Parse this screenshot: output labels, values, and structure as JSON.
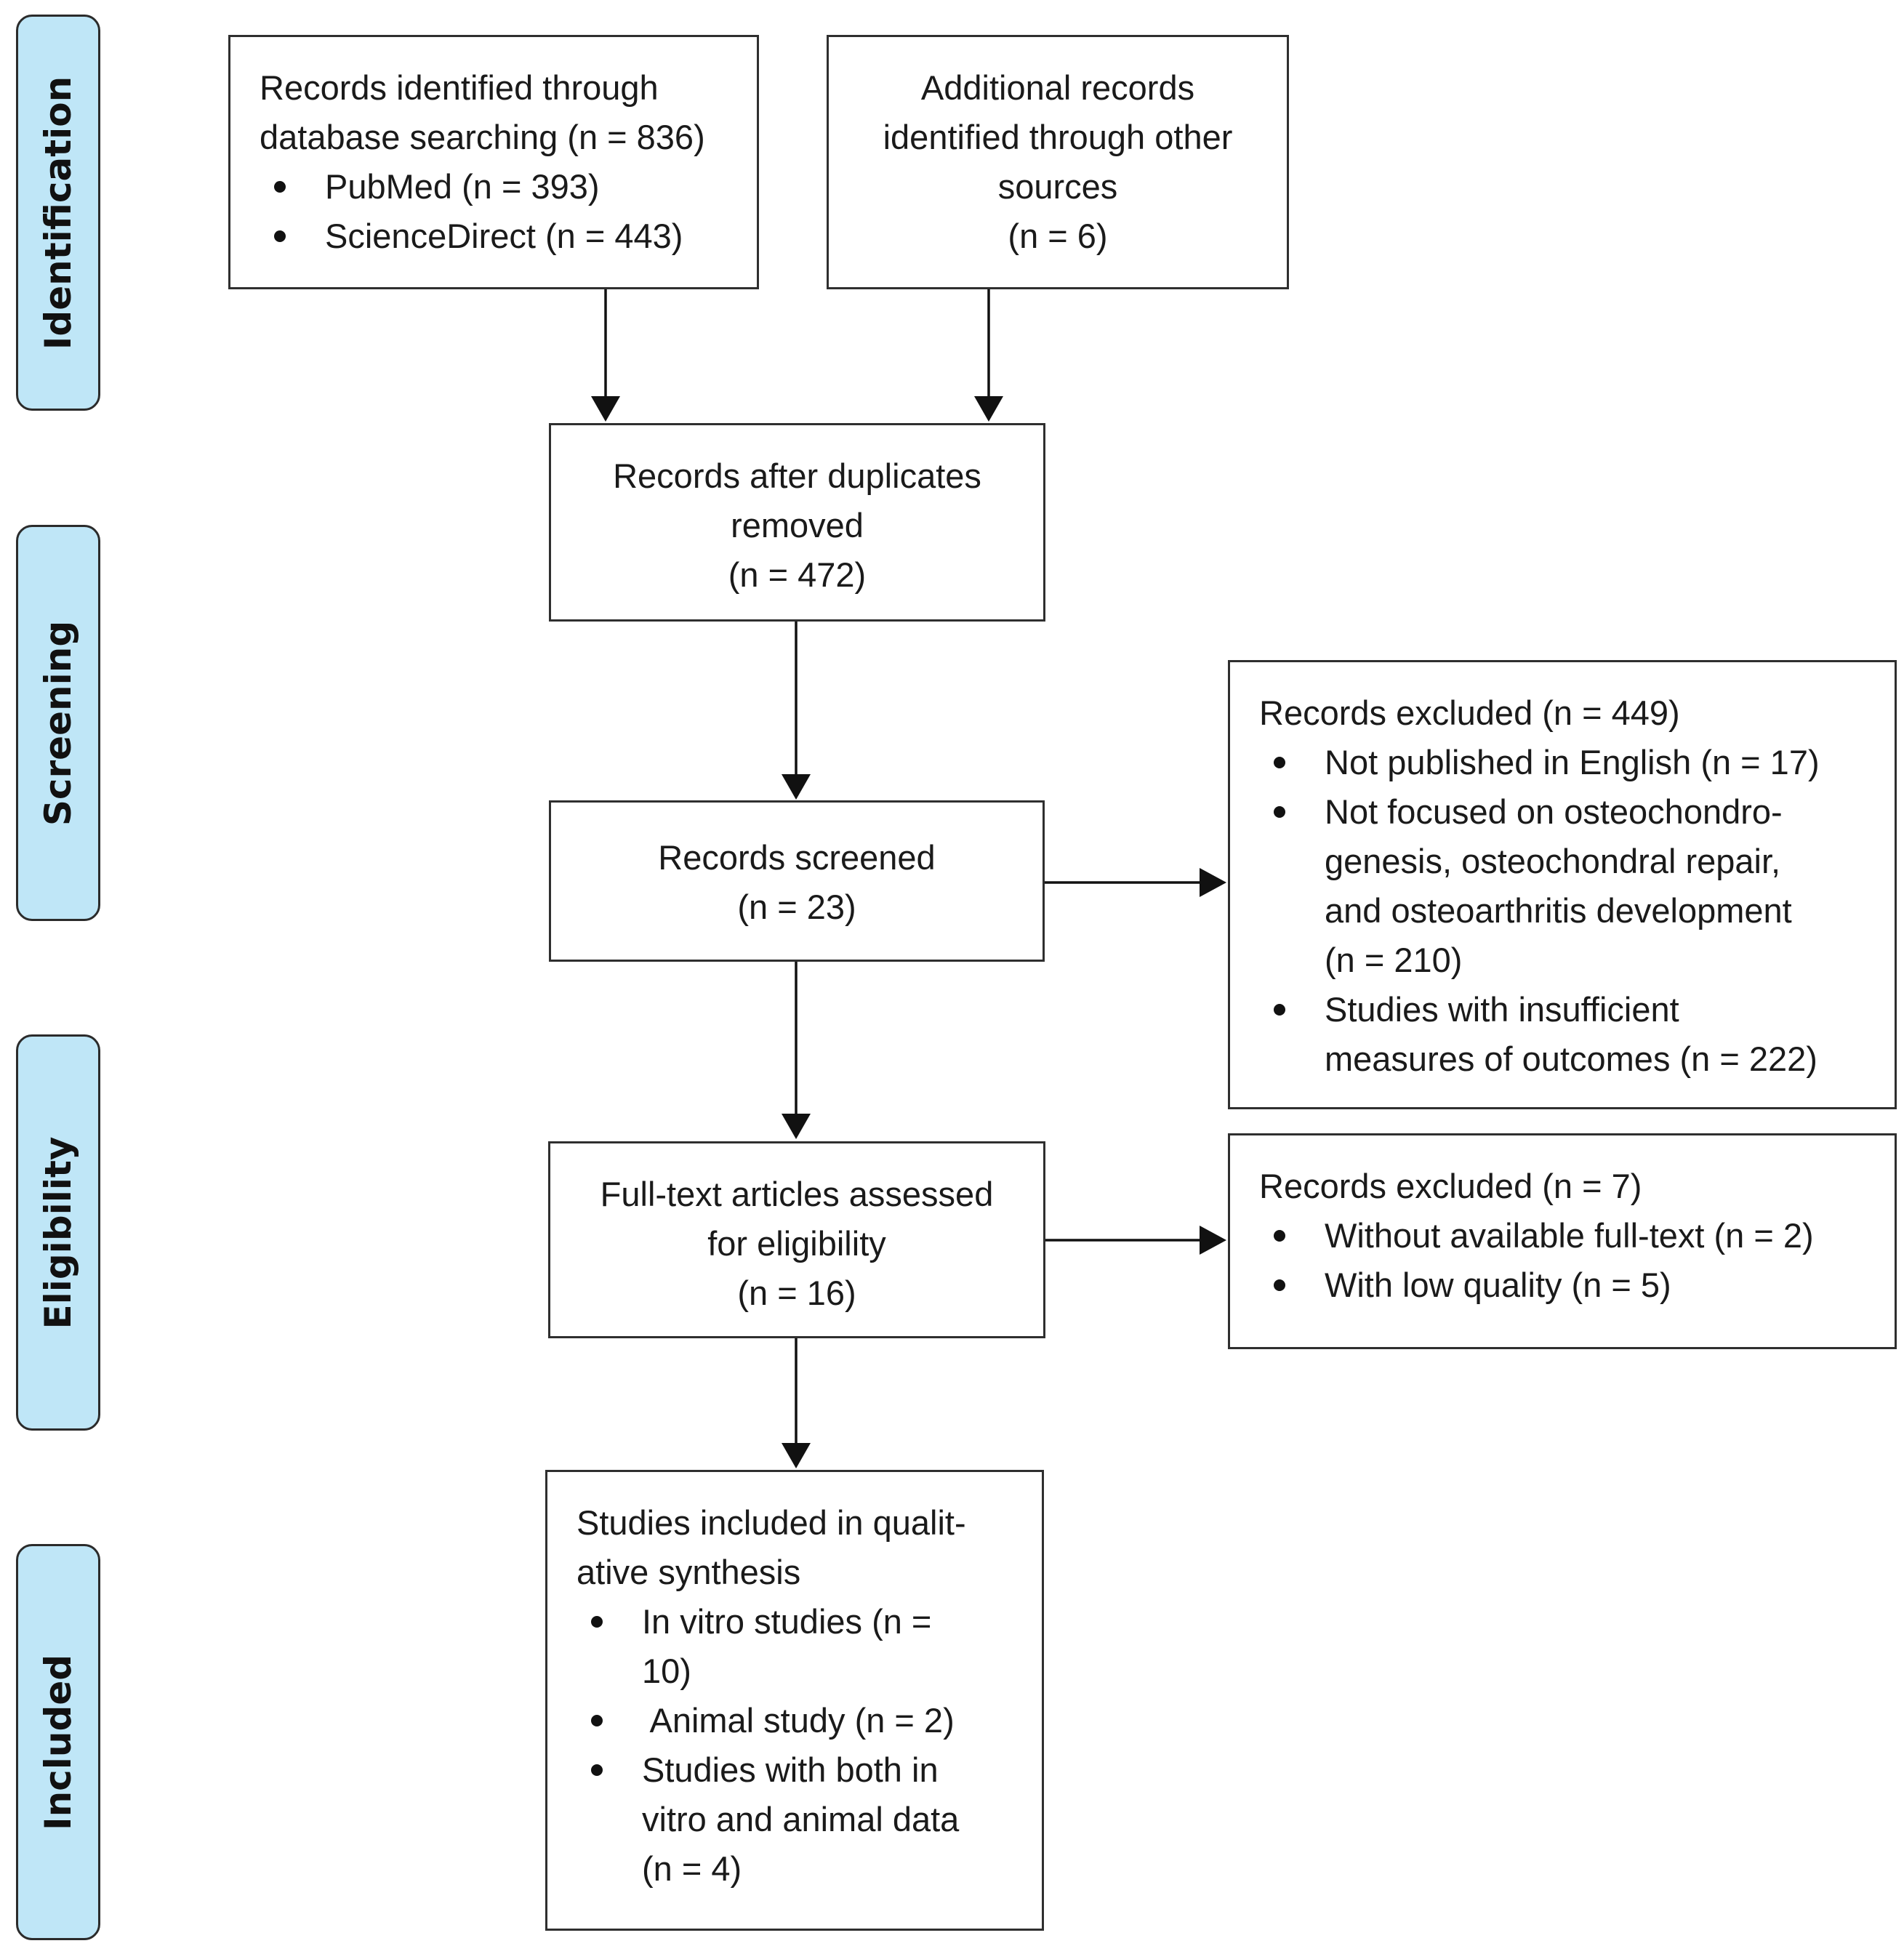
{
  "phases": {
    "identification": "Identification",
    "screening": "Screening",
    "eligibility": "Eligibility",
    "included": "Included"
  },
  "boxes": {
    "database": {
      "lines": [
        "Records identified through",
        "database searching (n = 836)"
      ],
      "bullets": [
        "PubMed (n = 393)",
        "ScienceDirect (n = 443)"
      ]
    },
    "other_sources": {
      "lines": [
        "Additional records",
        "identified through other",
        "sources",
        "(n = 6)"
      ]
    },
    "duplicates": {
      "lines": [
        "Records after duplicates",
        "removed",
        "(n = 472)"
      ]
    },
    "screened": {
      "lines": [
        "Records screened",
        "(n = 23)"
      ]
    },
    "excluded_screening": {
      "title": "Records excluded (n = 449)",
      "bullets": [
        "Not published in English (n = 17)",
        "Not focused on osteochondro-genesis, osteochondral repair, and osteoarthritis development (n = 210)",
        "Studies with insufficient measures of outcomes (n = 222)"
      ],
      "bullet_lines": [
        [
          "Not published in English (n = 17)"
        ],
        [
          "Not focused on osteochondro-",
          "genesis, osteochondral repair,",
          "and osteoarthritis development",
          "(n = 210)"
        ],
        [
          "Studies with insufficient",
          "measures of outcomes (n = 222)"
        ]
      ]
    },
    "fulltext": {
      "lines": [
        "Full-text articles assessed",
        "for eligibility",
        "(n = 16)"
      ]
    },
    "excluded_eligibility": {
      "title": "Records excluded (n = 7)",
      "bullets": [
        "Without available full-text (n = 2)",
        "With low quality (n = 5)"
      ]
    },
    "included": {
      "title_lines": [
        "Studies included in qualit-",
        "ative synthesis"
      ],
      "bullet_lines": [
        [
          "In vitro studies (n =",
          "10)"
        ],
        [
          " Animal study (n = 2)"
        ],
        [
          "Studies with both in",
          "vitro and animal data",
          "(n = 4)"
        ]
      ]
    }
  }
}
